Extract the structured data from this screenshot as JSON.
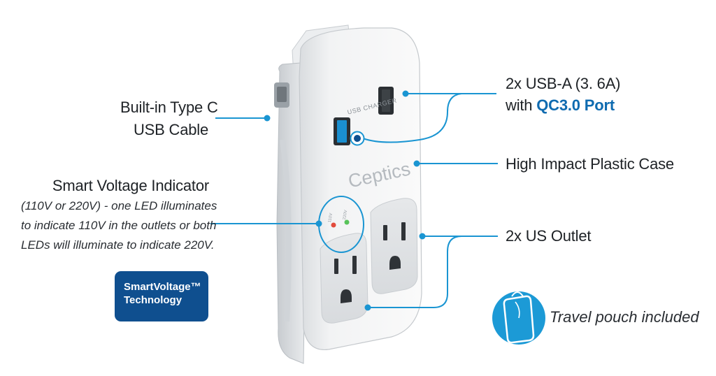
{
  "device": {
    "brand": "Ceptics",
    "usb_label": "USB CHARGER",
    "led_110_label": "110V",
    "led_220_label": "220V"
  },
  "callouts": {
    "type_c": {
      "line1": "Built-in Type C",
      "line2": "USB Cable"
    },
    "usb": {
      "line1": "2x USB-A (3. 6A)",
      "line2_prefix": "with ",
      "line2_accent": "QC3.0 Port"
    },
    "case": {
      "text": "High Impact Plastic Case"
    },
    "voltage": {
      "title": "Smart Voltage Indicator",
      "desc1": "(110V or 220V) - one LED illuminates",
      "desc2": "to indicate 110V in the outlets or both",
      "desc3": "LEDs will illuminate to indicate 220V."
    },
    "outlet": {
      "text": "2x US Outlet"
    },
    "pouch": {
      "text": "Travel pouch included"
    }
  },
  "badge": {
    "line1": "SmartVoltage™",
    "line2": "Technology"
  },
  "colors": {
    "accent": "#1a95d2",
    "badge_bg": "#0f4f8f",
    "pouch_circle": "#1c9ad6",
    "device_body": "#f4f5f6"
  },
  "icons": {
    "pouch": "travel-pouch-icon"
  }
}
